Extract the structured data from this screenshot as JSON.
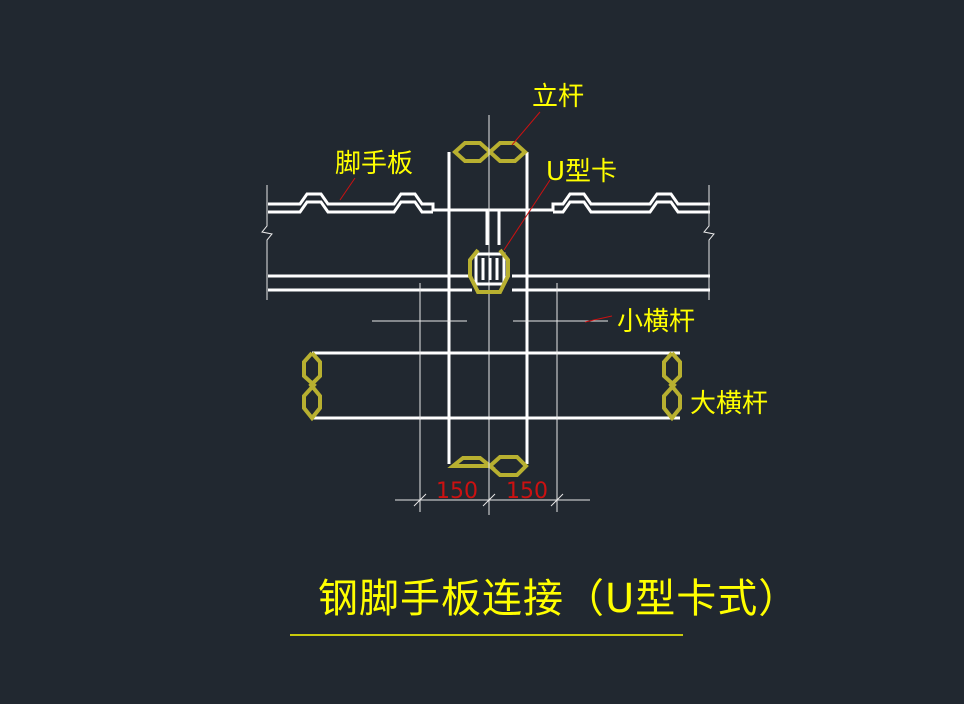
{
  "labels": {
    "upright": "立杆",
    "scaffold_board": "脚手板",
    "u_clip": "U型卡",
    "small_crossbar": "小横杆",
    "large_crossbar": "大横杆"
  },
  "dimensions": {
    "left": "150",
    "right": "150"
  },
  "title": "钢脚手板连接（U型卡式）",
  "colors": {
    "background": "#212830",
    "label": "#ffff00",
    "dimension": "#cc1111",
    "line": "#ffffff",
    "section_outline": "#b8b030"
  }
}
